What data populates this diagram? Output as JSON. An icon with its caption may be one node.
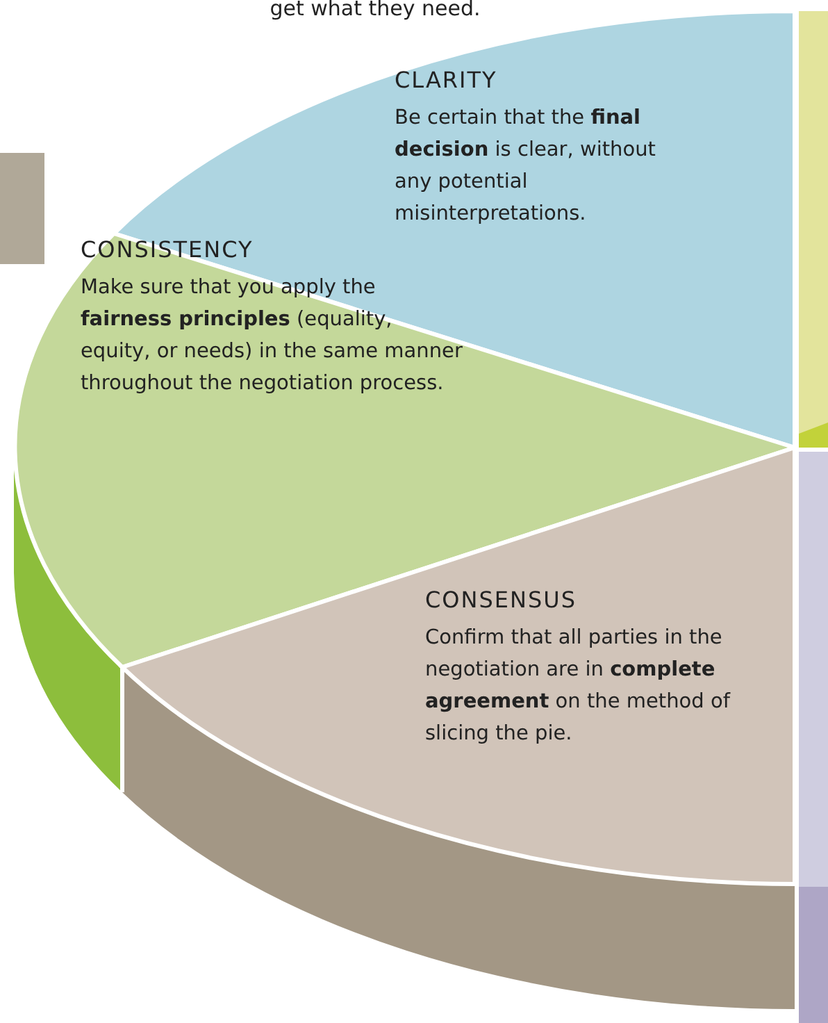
{
  "diagram": {
    "nodes": [
      {
        "text": [
          "CLARITY",
          "Be certain that the **final decision** is clear, without any potential misinterpretations."
        ]
      },
      {
        "text": [
          "CONSISTENCY",
          "Make sure that you apply the **fairness principles** (equality, equity, or needs) in the same manner throughout the negotiation process."
        ]
      },
      {
        "text": [
          "CONSENSUS",
          "Confirm that all parties in the negotiation are in **complete agreement** on the method of slicing the pie."
        ]
      },
      {
        "text": [],
        "shape": "box"
      }
    ],
    "labels": [
      "get what they need."
    ]
  }
}
